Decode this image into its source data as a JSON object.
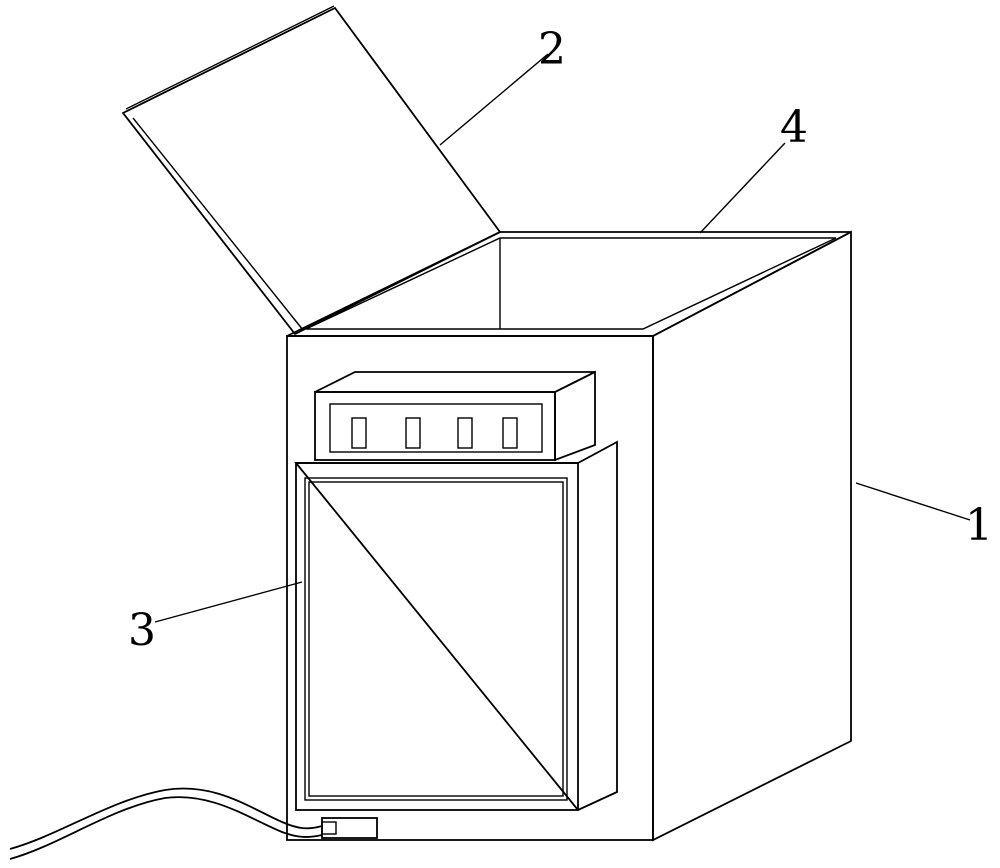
{
  "labels": {
    "part1": "1",
    "part2": "2",
    "part3": "3",
    "part4": "4"
  },
  "colors": {
    "stroke": "#000000",
    "background": "#ffffff"
  }
}
